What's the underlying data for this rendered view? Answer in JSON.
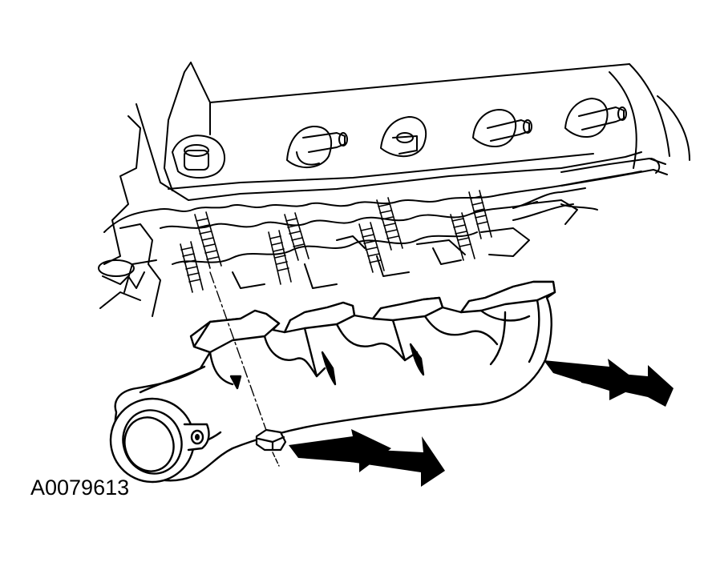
{
  "figure": {
    "id_label": "A0079613"
  },
  "colors": {
    "ink": "#000000",
    "paper": "#ffffff"
  },
  "callouts": [
    {
      "name": "nut-callout-arrow",
      "icon": "double-arrow-icon"
    },
    {
      "name": "manifold-callout-arrow",
      "icon": "double-arrow-icon"
    }
  ]
}
